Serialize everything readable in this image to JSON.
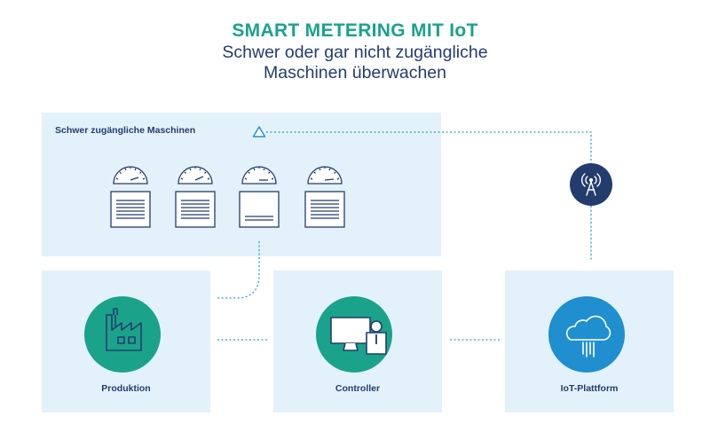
{
  "header": {
    "title": "SMART METERING MIT IoT",
    "subtitle_line1": "Schwer oder gar nicht zugängliche",
    "subtitle_line2": "Maschinen überwachen"
  },
  "machines_panel": {
    "label": "Schwer zugängliche Maschinen",
    "machine_count": 4
  },
  "nodes": [
    {
      "label": "Produktion",
      "icon": "factory-icon",
      "color": "#1aa38a"
    },
    {
      "label": "Controller",
      "icon": "workstation-icon",
      "color": "#1aa38a"
    },
    {
      "label": "IoT-Plattform",
      "icon": "cloud-icon",
      "color": "#1f8fd0"
    }
  ],
  "colors": {
    "teal": "#1aa38a",
    "navy": "#233c6e",
    "blue": "#1f8fd0",
    "panel_bg": "#e3f1fb",
    "connector": "#27a3cf"
  }
}
